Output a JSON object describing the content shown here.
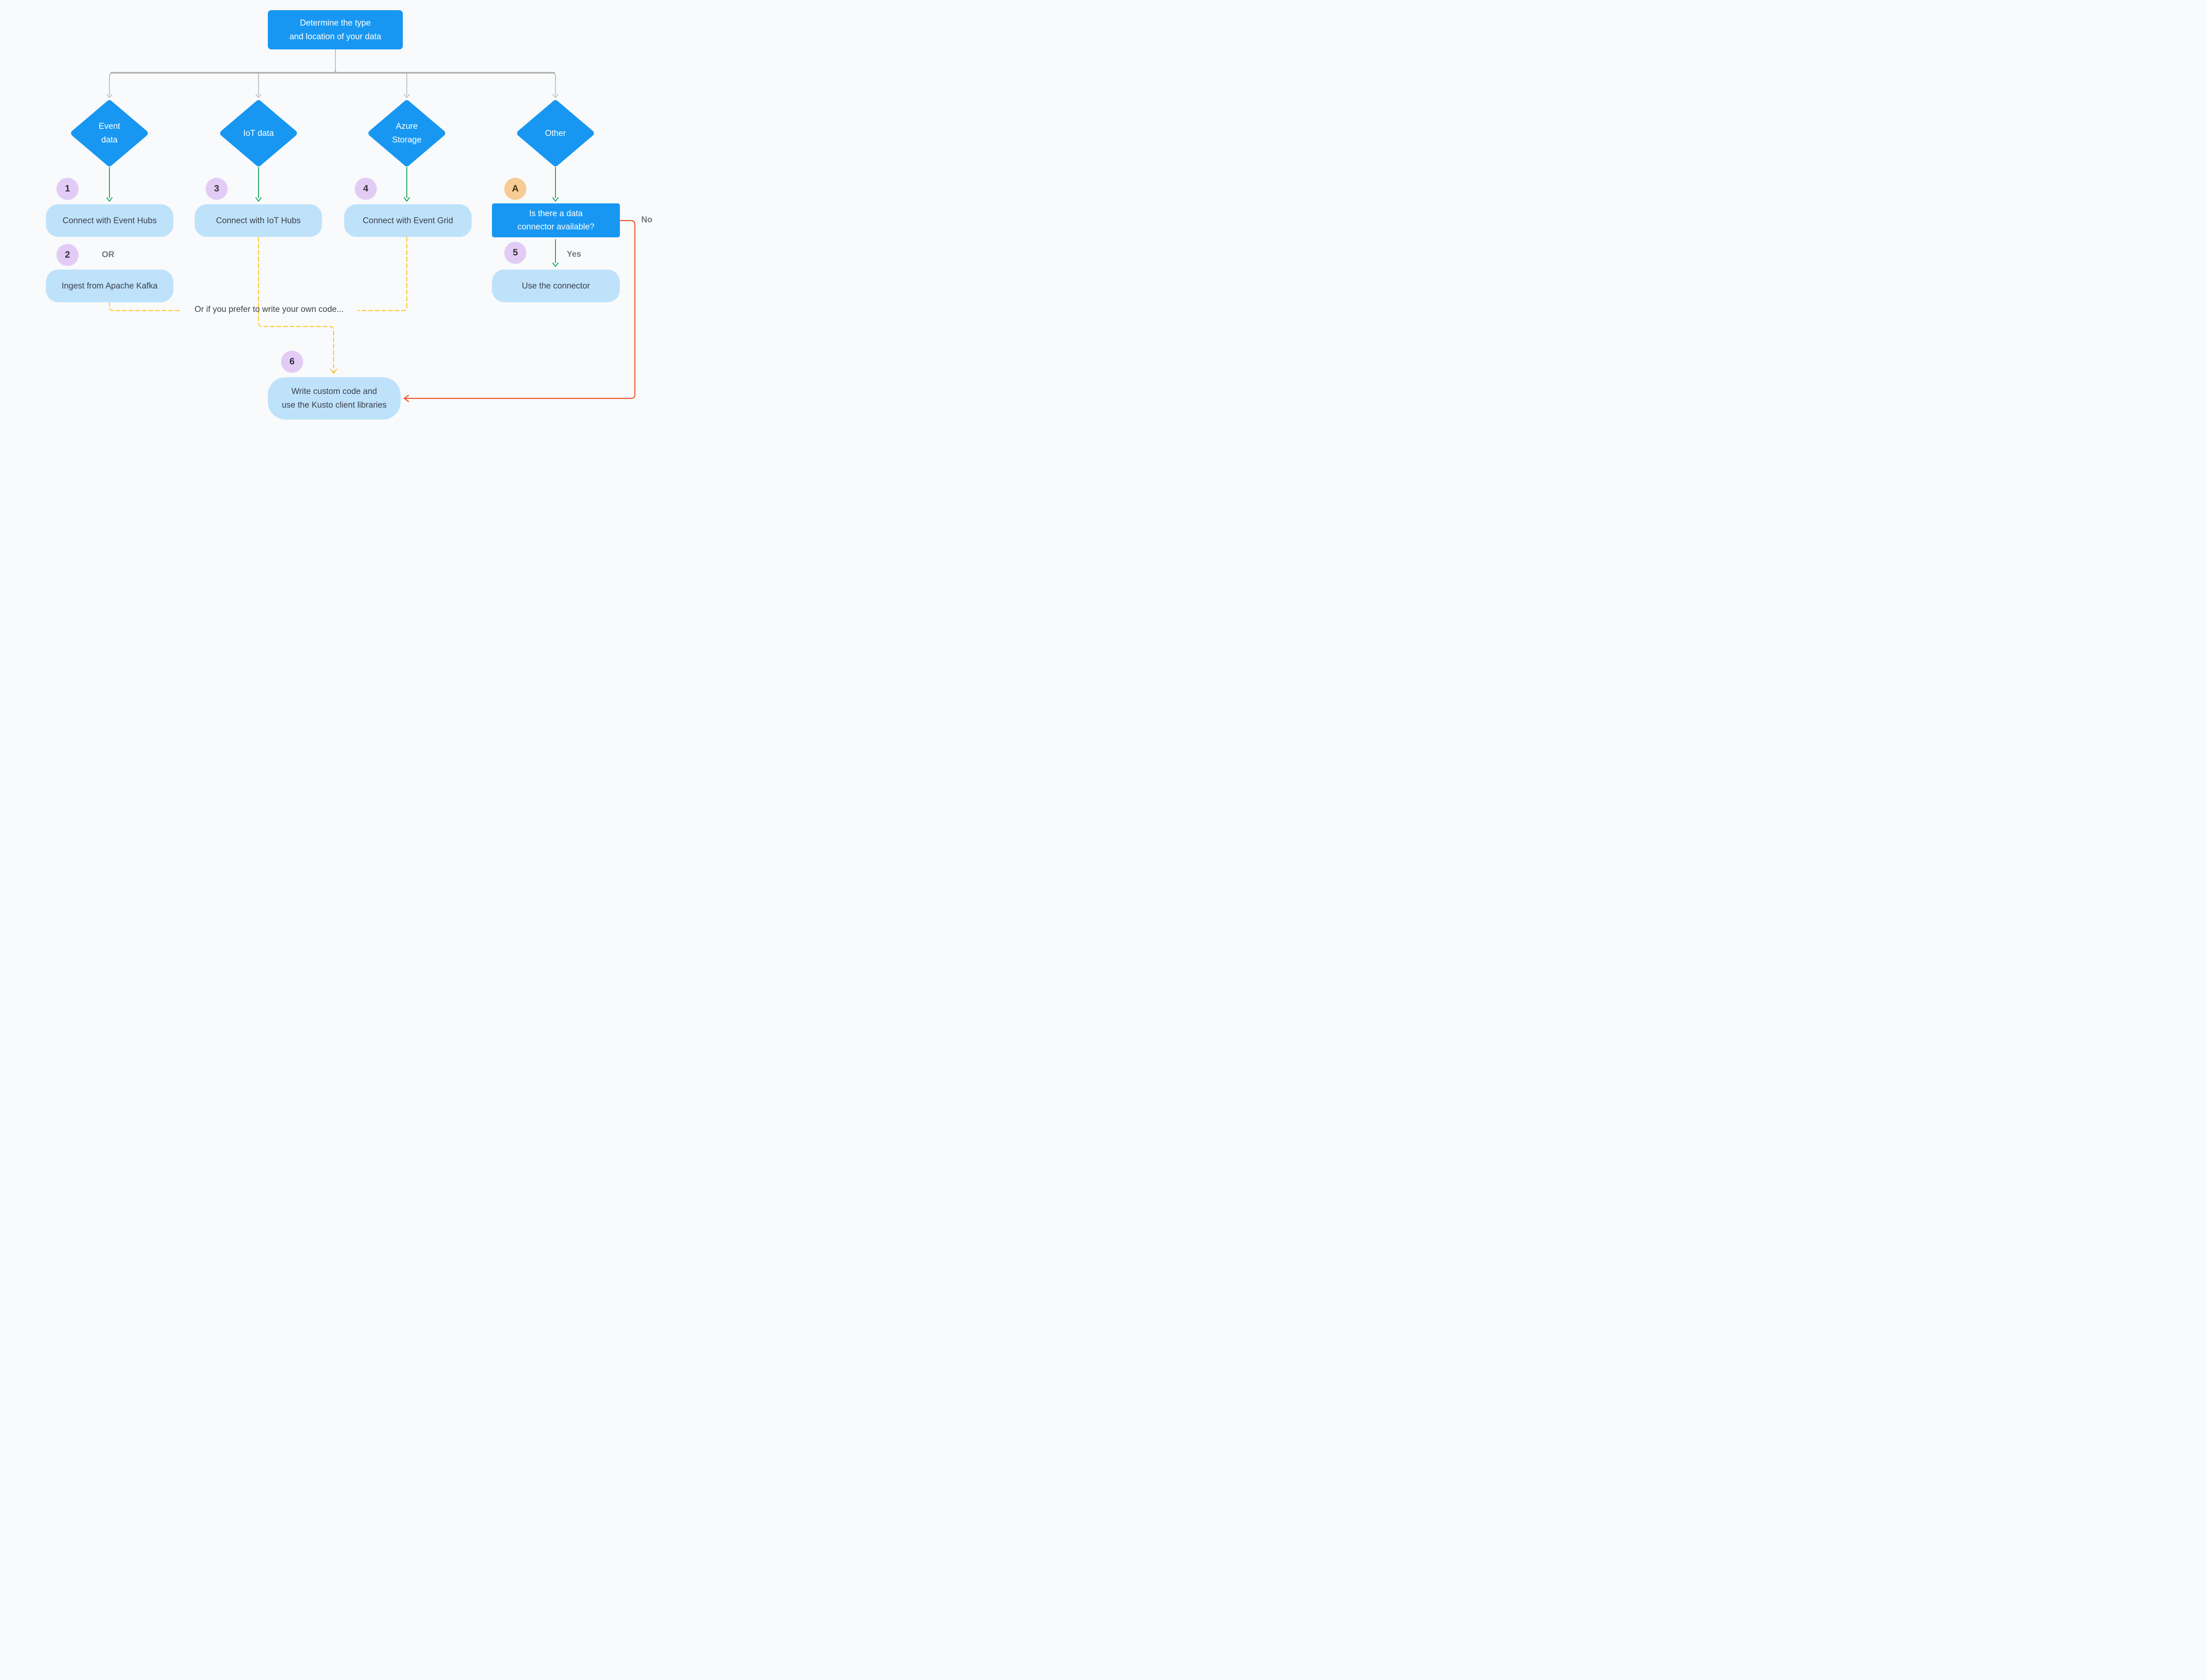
{
  "colors": {
    "background": "#F9FAFB",
    "primary_blue": "#1897F2",
    "light_blue": "#BFE2FB",
    "badge_purple": "#E2CCF5",
    "badge_orange": "#F7CB94",
    "arrow_green": "#12A355",
    "arrow_yellow": "#FDC526",
    "arrow_red": "#F04A21",
    "connector_gray": "#AFAFAF",
    "node_text_dark": "#39404A",
    "node_text_light": "#FFFFFF",
    "label_gray": "#76777B",
    "badge_text": "#322F38",
    "badge_a_text": "#43330F",
    "alt_text": "#3F4347"
  },
  "root_node": {
    "line1": "Determine the type",
    "line2": "and location of your data"
  },
  "decisions": [
    {
      "id": "event-data",
      "line1": "Event",
      "line2": "data"
    },
    {
      "id": "iot-data",
      "line1": "IoT data",
      "line2": ""
    },
    {
      "id": "azure-storage",
      "line1": "Azure",
      "line2": "Storage"
    },
    {
      "id": "other",
      "line1": "Other",
      "line2": ""
    }
  ],
  "nodes": {
    "event_hubs": {
      "badge": "1",
      "label": "Connect with Event Hubs"
    },
    "kafka": {
      "badge": "2",
      "label": "Ingest from Apache Kafka"
    },
    "iot_hubs": {
      "badge": "3",
      "label": "Connect with IoT Hubs"
    },
    "event_grid": {
      "badge": "4",
      "label": "Connect with Event Grid"
    },
    "connector_question": {
      "badge": "A",
      "line1": "Is there a data",
      "line2": "connector available?"
    },
    "use_connector": {
      "badge": "5",
      "label": "Use the connector"
    },
    "custom_code": {
      "badge": "6",
      "line1": "Write custom code and",
      "line2": "use the Kusto client libraries"
    }
  },
  "labels": {
    "or": "OR",
    "yes": "Yes",
    "no": "No",
    "alt_path": "Or if you prefer to write your own code..."
  }
}
